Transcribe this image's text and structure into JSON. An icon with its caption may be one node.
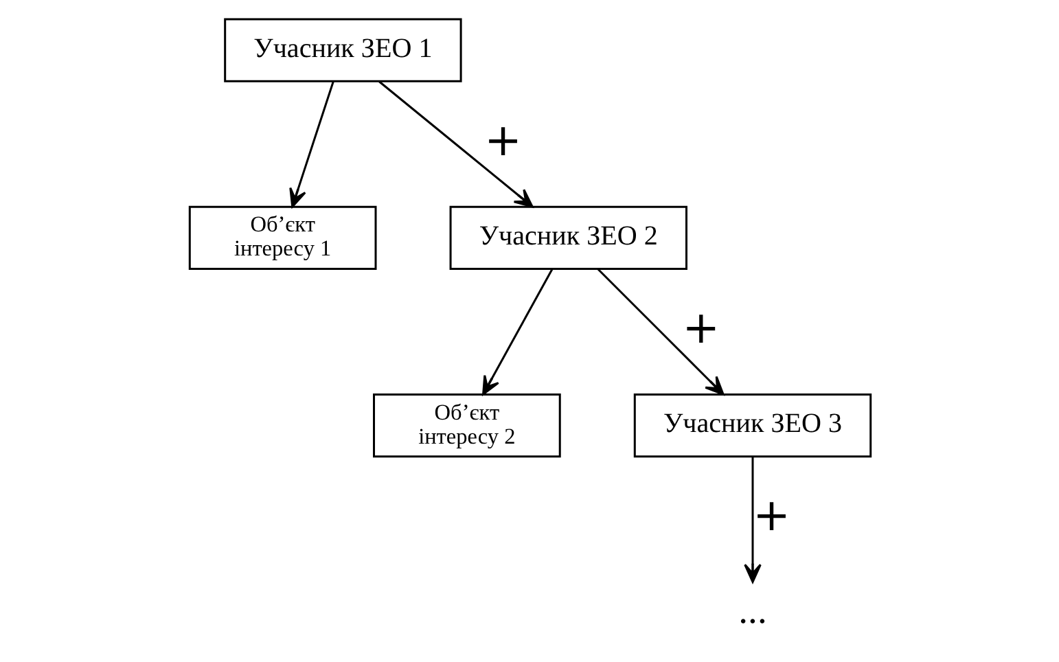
{
  "diagram": {
    "nodes": [
      {
        "text": [
          "Учасник ЗЕО 1"
        ]
      },
      {
        "text": [
          "Об’єкт інтересу 1"
        ]
      },
      {
        "text": [
          "Учасник ЗЕО 2"
        ]
      },
      {
        "text": [
          "Об’єкт інтересу 2"
        ]
      },
      {
        "text": [
          "Учасник ЗЕО 3"
        ]
      },
      {
        "text": [
          "..."
        ]
      }
    ],
    "edges": [
      {
        "from": 0,
        "to": 1,
        "arrow": "to"
      },
      {
        "from": 0,
        "to": 2,
        "arrow": "to",
        "label": "+"
      },
      {
        "from": 2,
        "to": 3,
        "arrow": "to"
      },
      {
        "from": 2,
        "to": 4,
        "arrow": "to",
        "label": "+"
      },
      {
        "from": 4,
        "to": 5,
        "arrow": "to",
        "label": "+"
      }
    ]
  }
}
